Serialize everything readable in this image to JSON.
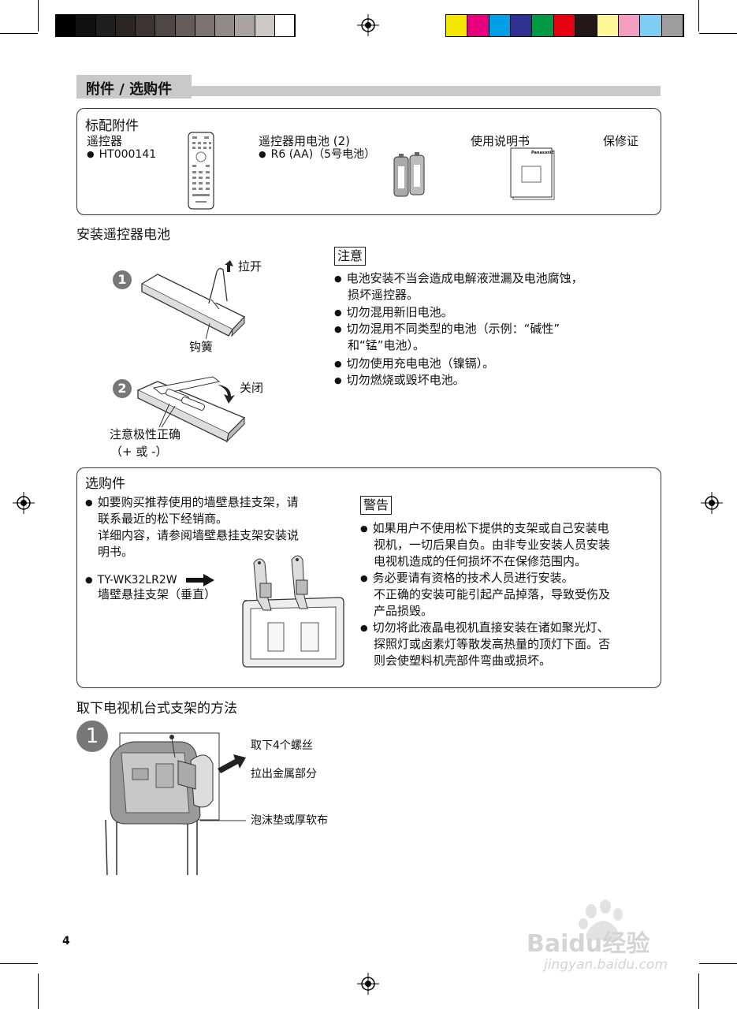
{
  "colors": {
    "gray_ramp": [
      "#000000",
      "#111111",
      "#1f1f1f",
      "#2c2525",
      "#3c3434",
      "#4f4646",
      "#655b5b",
      "#7b7272",
      "#928a8a",
      "#a9a2a2",
      "#cdc8c8",
      "#ffffff"
    ],
    "color_bar": [
      "#f5e600",
      "#e6007e",
      "#00a0e9",
      "#2e3192",
      "#009944",
      "#e60012",
      "#231815",
      "#fff799",
      "#f19ec2",
      "#7ecef4",
      "#9d9d9d"
    ],
    "section_gray": "#c9c9c9"
  },
  "section_title": "附件 / 选购件",
  "standard": {
    "heading": "标配附件",
    "remote_label": "遥控器",
    "remote_model": "HT000141",
    "battery_label": "遥控器用电池 (2)",
    "battery_model": "R6 (AA)（5号电池）",
    "manual_label": "使用说明书",
    "warranty_label": "保修证",
    "brand": "Panasonic"
  },
  "battery_install": {
    "heading": "安装遥控器电池",
    "step1_num": "1",
    "step2_num": "2",
    "pull_label": "拉开",
    "hook_label": "钩簧",
    "close_label": "关闭",
    "polarity_line1": "注意极性正确",
    "polarity_line2": "（+ 或 -）"
  },
  "caution": {
    "tag": "注意",
    "items": [
      "电池安装不当会造成电解液泄漏及电池腐蚀，",
      "损坏遥控器。",
      "切勿混用新旧电池。",
      "切勿混用不同类型的电池（示例：“碱性”",
      "和“锰”电池）。",
      "切勿使用充电电池（镍镉）。",
      "切勿燃烧或毁坏电池。"
    ]
  },
  "optional": {
    "heading": "选购件",
    "lines": [
      "如要购买推荐使用的墙壁悬挂支架，请",
      "联系最近的松下经销商。",
      "详细内容，请参阅墙壁悬挂支架安装说",
      "明书。"
    ],
    "model": "TY-WK32LR2W",
    "model_desc": "墙壁悬挂支架（垂直）",
    "warning_tag": "警告",
    "warnings": [
      "如果用户不使用松下提供的支架或自己安装电",
      "视机，一切后果自负。由非专业安装人员安装",
      "电视机造成的任何损坏不在保修范围内。",
      "务必要请有资格的技术人员进行安装。",
      "不正确的安装可能引起产品掉落，导致受伤及",
      "产品损毁。",
      "切勿将此液晶电视机直接安装在诸如聚光灯、",
      "探照灯或卤素灯等散发高热量的顶灯下面。否",
      "则会使塑料机壳部件弯曲或损坏。"
    ]
  },
  "stand_removal": {
    "heading": "取下电视机台式支架的方法",
    "step_num": "1",
    "screws_label": "取下4个螺丝",
    "pull_metal_label": "拉出金属部分",
    "cloth_label": "泡沫垫或厚软布"
  },
  "page_number": "4",
  "watermark": {
    "logo": "Baidu经验",
    "url": "jingyan.baidu.com"
  }
}
